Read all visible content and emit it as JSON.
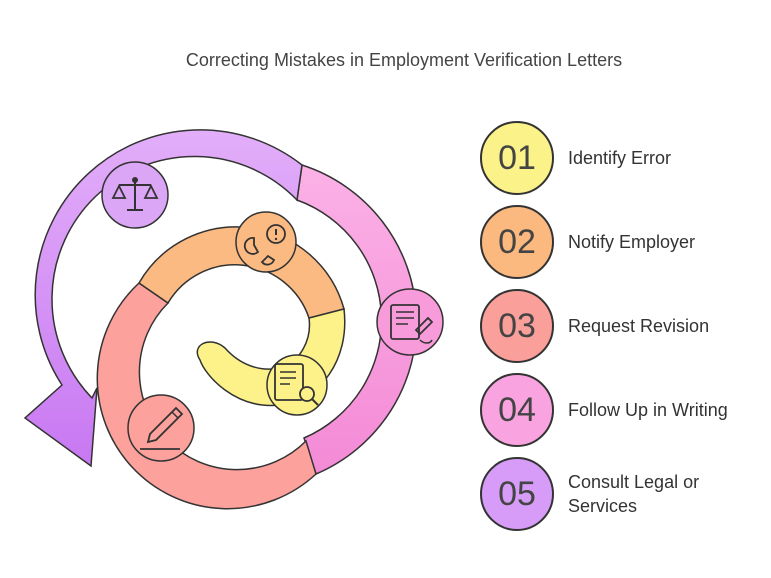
{
  "title": "Correcting Mistakes in Employment Verification Letters",
  "steps": [
    {
      "number": "01",
      "label": "Identify Error",
      "color": "#fbf28a"
    },
    {
      "number": "02",
      "label": "Notify Employer",
      "color": "#fbb87f"
    },
    {
      "number": "03",
      "label": "Request Revision",
      "color": "#fb9f9a"
    },
    {
      "number": "04",
      "label": "Follow Up in Writing",
      "color": "#f9a4e0"
    },
    {
      "number": "05",
      "label": "Consult Legal or Services",
      "color": "#d79cf7"
    }
  ],
  "icons": [
    "document-search-icon",
    "alert-pie-icon",
    "pencil-icon",
    "document-sign-icon",
    "scales-icon"
  ]
}
